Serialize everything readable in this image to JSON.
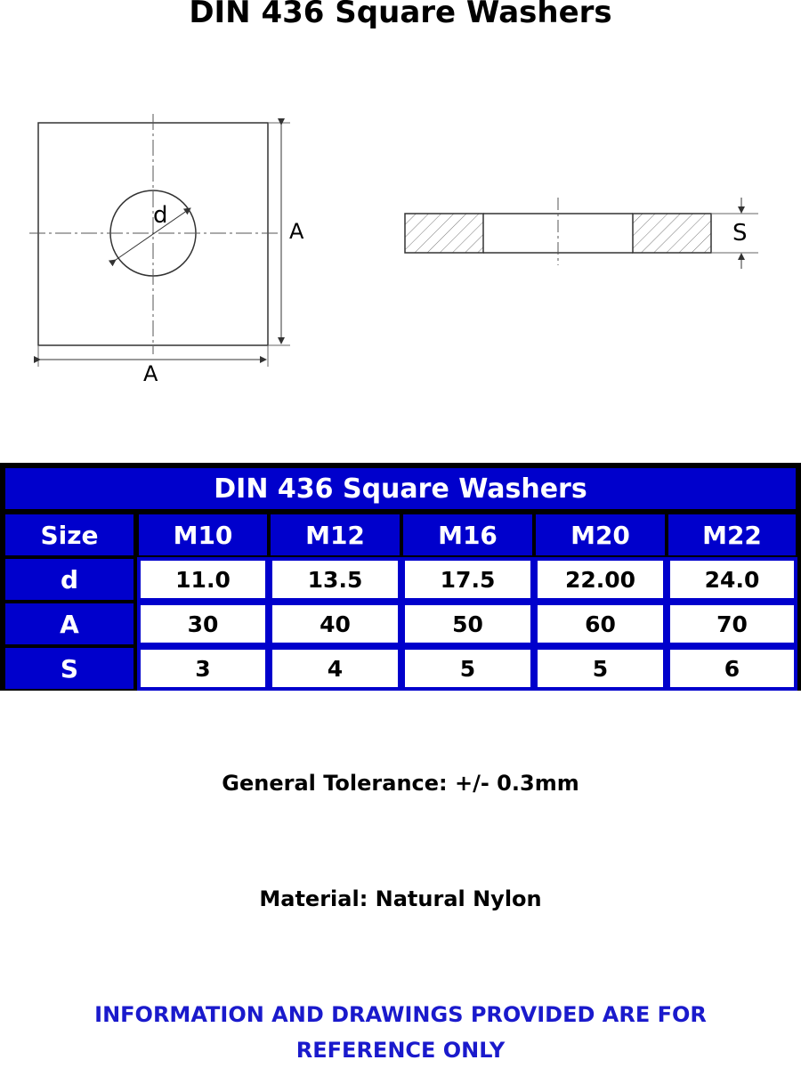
{
  "page": {
    "title": "DIN 436 Square Washers"
  },
  "drawing": {
    "label_d": "d",
    "label_a_right": "A",
    "label_a_bottom": "A",
    "label_s": "S"
  },
  "table": {
    "title": "DIN 436 Square Washers",
    "columns": [
      "Size",
      "M10",
      "M12",
      "M16",
      "M20",
      "M22"
    ],
    "rows": [
      {
        "label": "d",
        "values": [
          "11.0",
          "13.5",
          "17.5",
          "22.00",
          "24.0"
        ]
      },
      {
        "label": "A",
        "values": [
          "30",
          "40",
          "50",
          "60",
          "70"
        ]
      },
      {
        "label": "S",
        "values": [
          "3",
          "4",
          "5",
          "5",
          "6"
        ]
      }
    ]
  },
  "notes": {
    "tolerance": "General Tolerance: +/- 0.3mm",
    "material": "Material: Natural Nylon",
    "disclaimer": "INFORMATION AND DRAWINGS PROVIDED ARE FOR REFERENCE ONLY"
  },
  "colors": {
    "table_blue": "#0000cc",
    "disclaimer_blue": "#1a1acc"
  }
}
